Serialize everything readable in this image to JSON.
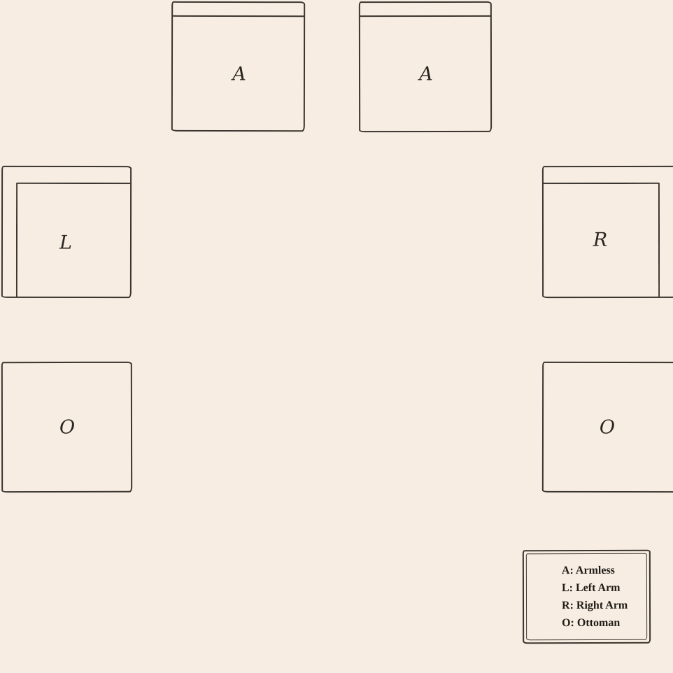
{
  "colors": {
    "background": "#f8ede2",
    "line": "#3a3530",
    "label_text": "#2a2622",
    "legend_text": "#201d19"
  },
  "pieces": [
    {
      "label": "A",
      "type": "armless"
    },
    {
      "label": "A",
      "type": "armless"
    },
    {
      "label": "L",
      "type": "left-arm"
    },
    {
      "label": "R",
      "type": "right-arm"
    },
    {
      "label": "O",
      "type": "ottoman"
    },
    {
      "label": "O",
      "type": "ottoman"
    }
  ],
  "legend": {
    "items": [
      {
        "label": "A: Armless"
      },
      {
        "label": "L: Left Arm"
      },
      {
        "label": "R: Right Arm"
      },
      {
        "label": "O: Ottoman"
      }
    ]
  }
}
